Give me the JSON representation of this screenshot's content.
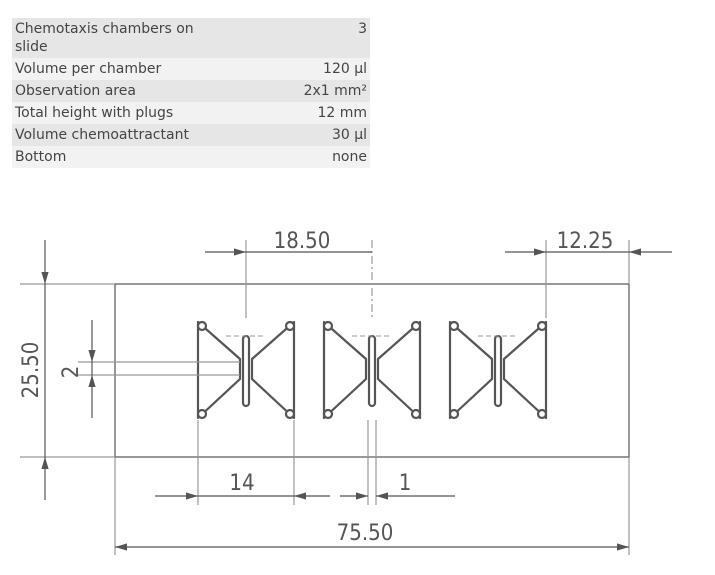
{
  "specs": [
    {
      "label": "Chemotaxis chambers on slide",
      "value": "3"
    },
    {
      "label": "Volume per chamber",
      "value": "120 µl"
    },
    {
      "label": "Observation area",
      "value": "2x1 mm²"
    },
    {
      "label": "Total height with plugs",
      "value": "12 mm"
    },
    {
      "label": "Volume chemoattractant",
      "value": "30 µl"
    },
    {
      "label": "Bottom",
      "value": "none"
    }
  ],
  "drawing": {
    "dim_pitch": "18.50",
    "dim_edge": "12.25",
    "dim_height": "25.50",
    "dim_channel": "2",
    "dim_chamber_width": "14",
    "dim_bar": "1",
    "dim_length": "75.50"
  }
}
